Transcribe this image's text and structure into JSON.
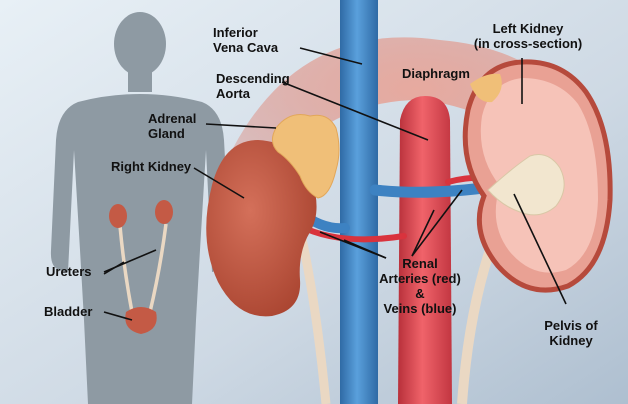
{
  "labels": {
    "inferior_vena_cava": [
      "Inferior",
      "Vena Cava"
    ],
    "descending_aorta": [
      "Descending",
      "Aorta"
    ],
    "diaphragm": "Diaphragm",
    "left_kidney": [
      "Left Kidney",
      "(in cross-section)"
    ],
    "adrenal_gland": [
      "Adrenal",
      "Gland"
    ],
    "right_kidney": "Right Kidney",
    "ureters": "Ureters",
    "bladder": "Bladder",
    "renal_vessels": [
      "Renal",
      "Arteries (red)",
      "&",
      "Veins (blue)"
    ],
    "pelvis_of_kidney": [
      "Pelvis of",
      "Kidney"
    ]
  },
  "colors": {
    "background_light": "#e3ecf3",
    "background_dark": "#b7c9d9",
    "silhouette": "#8e9aa3",
    "kidney": "#c45a45",
    "kidney_section": "#f2a89a",
    "adrenal": "#f0bf78",
    "vena_cava": "#3d82c2",
    "aorta": "#e0484f",
    "diaphragm": "#d98c82",
    "ureter": "#ead8c3",
    "leader_line": "#111111"
  }
}
